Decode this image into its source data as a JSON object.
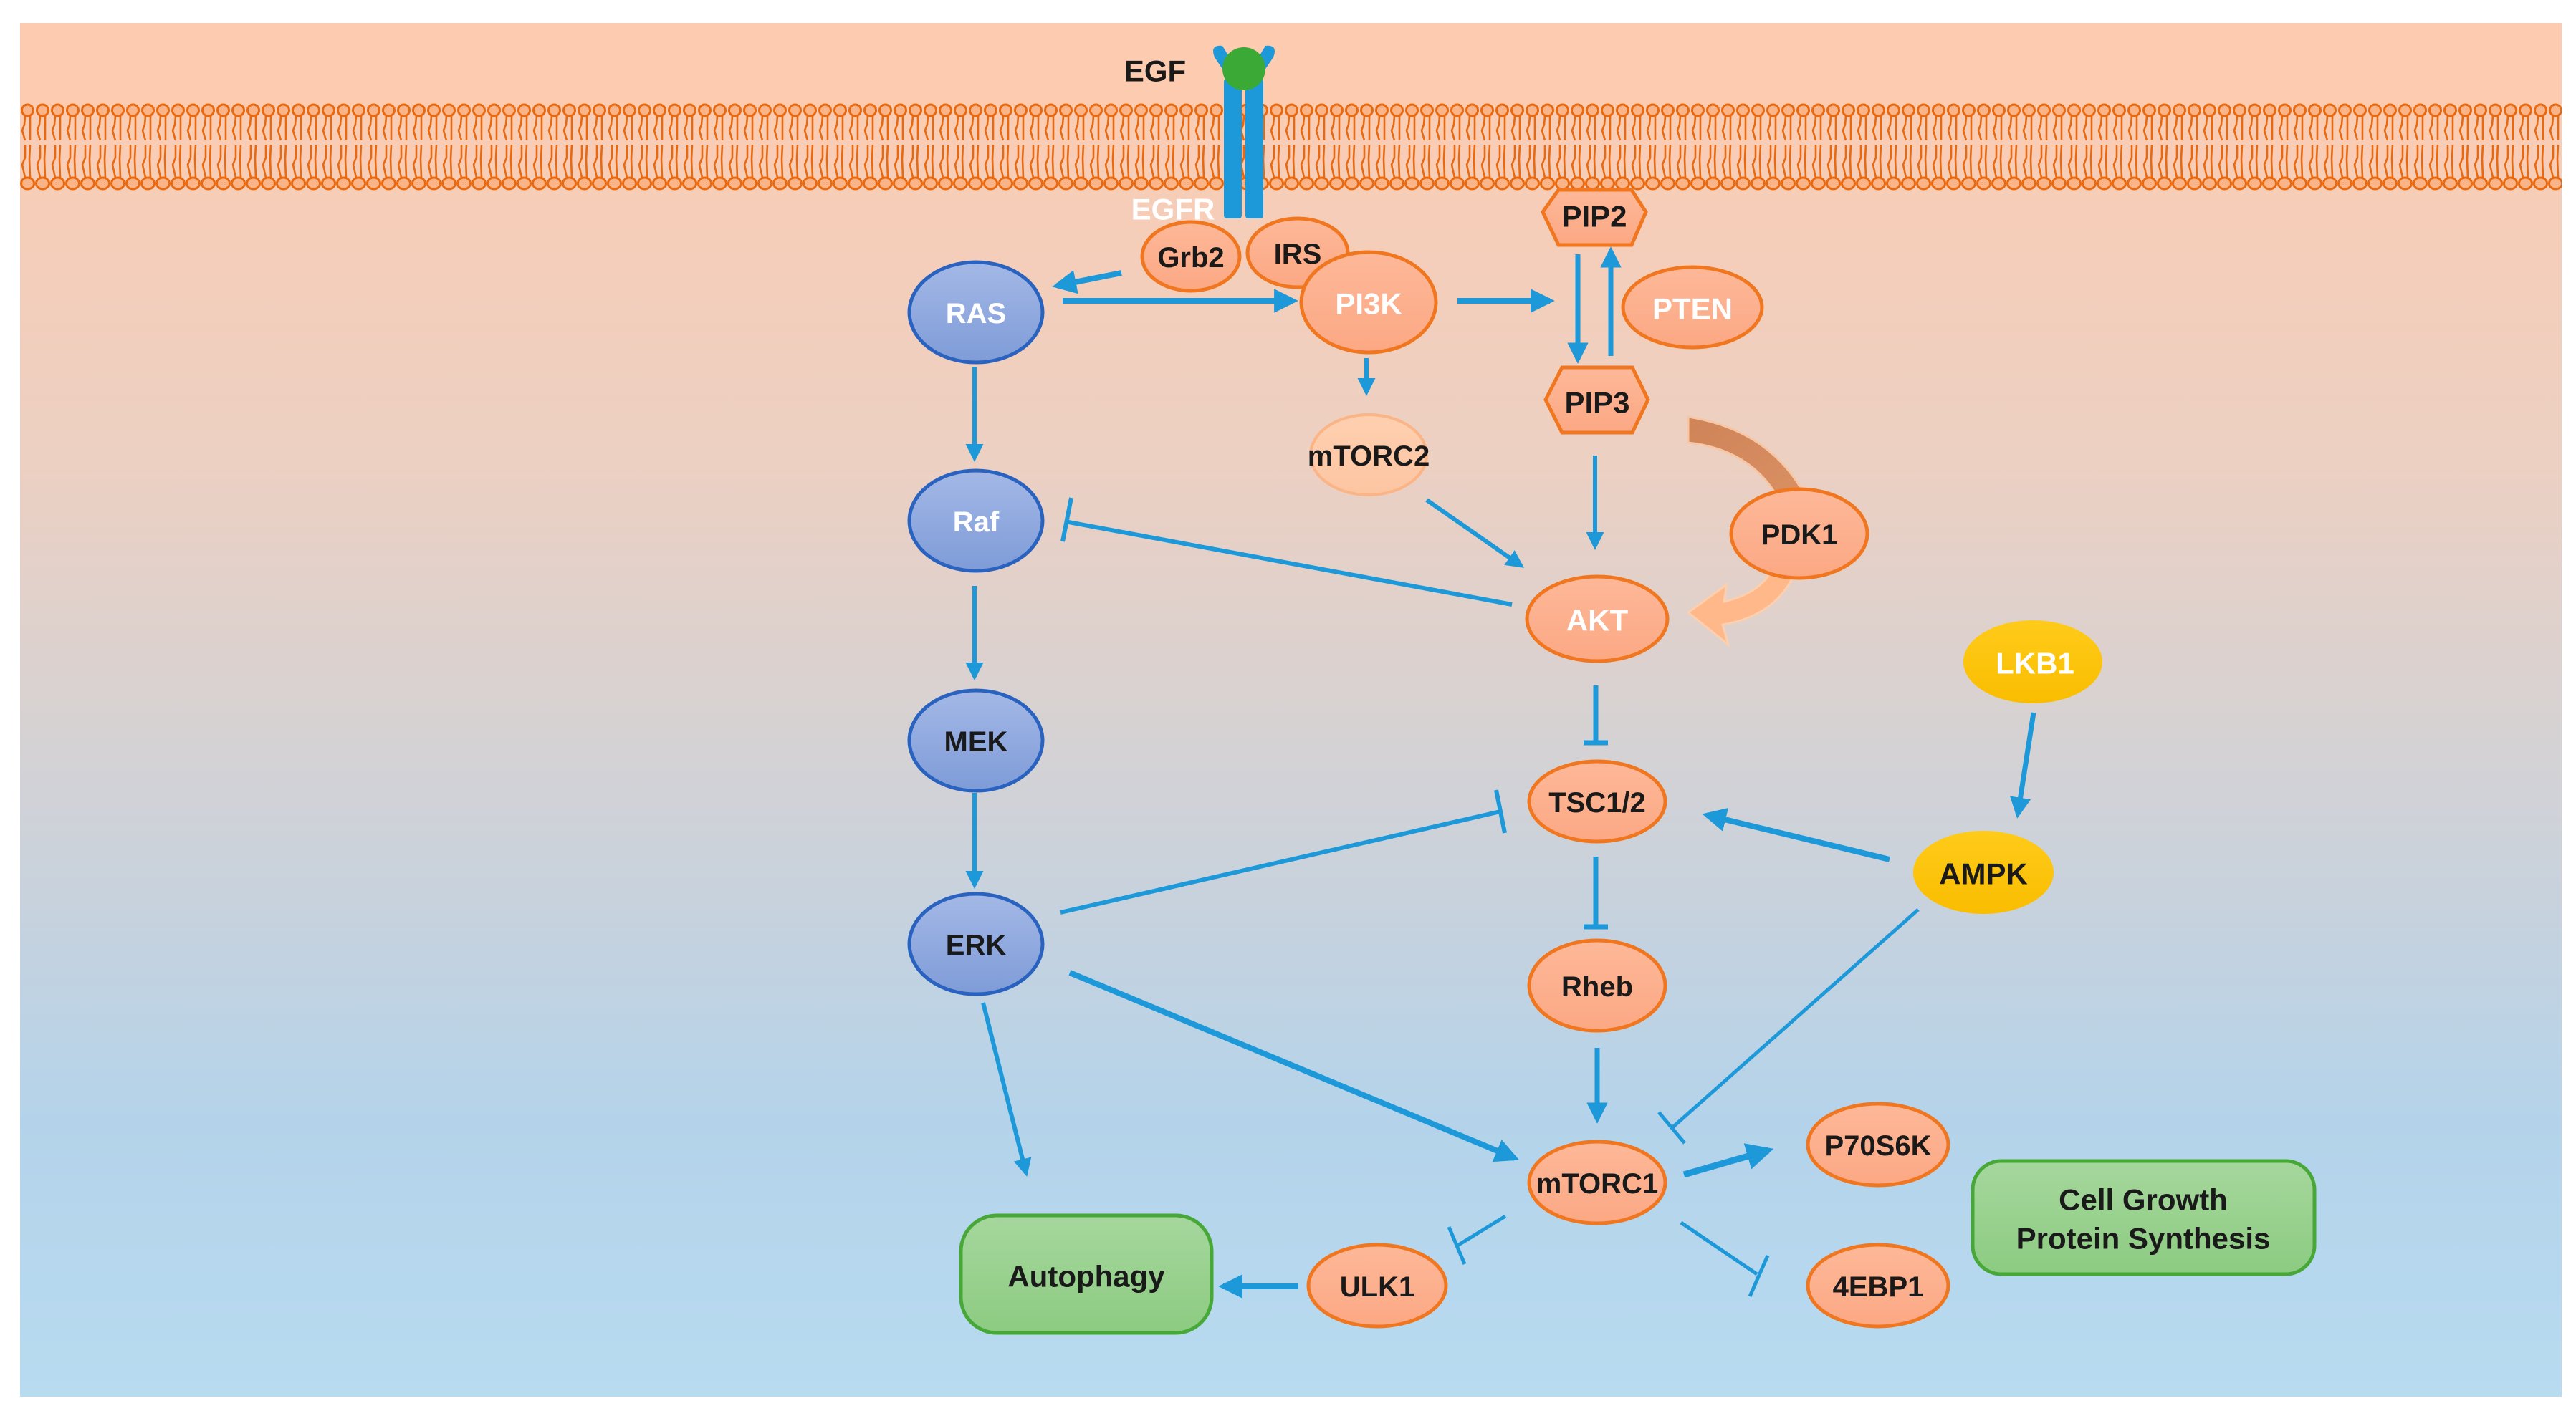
{
  "figure": {
    "title": "EGFR / PI3K-AKT-mTOR / RAS-ERK / AMPK signaling pathway",
    "colors": {
      "extracellular": "#fdcbb0",
      "cytoplasm_top": "#f3cbb6",
      "cytoplasm_mid": "#d3d1d4",
      "cytoplasm_bottom": "#b5d8ef",
      "membrane": "#e8690f",
      "membrane_head_fill": "#fbb487",
      "arrow": "#1d98d8",
      "receptor": "#1d98d8",
      "ligand": "#3aa935",
      "orange_node_fill": "#fdae8c",
      "orange_node_stroke": "#f0761f",
      "blue_node_fill": "#8fa8dd",
      "blue_node_stroke": "#2a62c0",
      "yellow_node_fill": "#fec40a",
      "green_box_fill": "#93cc8a",
      "green_box_stroke": "#47a838",
      "pdk1_arc_top": "#d58a5e",
      "pdk1_arc_bottom": "#ffb88a"
    }
  },
  "membrane": {
    "ligand_label": "EGF",
    "receptor_label": "EGFR"
  },
  "nodes": [
    {
      "id": "Grb2",
      "label": "Grb2",
      "style": "orange",
      "text_color": "#1a1a1a"
    },
    {
      "id": "IRS",
      "label": "IRS",
      "style": "orange",
      "text_color": "#1a1a1a"
    },
    {
      "id": "RAS",
      "label": "RAS",
      "style": "blue",
      "text_color": "#ffffff"
    },
    {
      "id": "PI3K",
      "label": "PI3K",
      "style": "orange",
      "text_color": "#ffffff"
    },
    {
      "id": "PIP2",
      "label": "PIP2",
      "style": "hexagon",
      "text_color": "#1a1a1a"
    },
    {
      "id": "PTEN",
      "label": "PTEN",
      "style": "orange",
      "text_color": "#ffffff"
    },
    {
      "id": "PIP3",
      "label": "PIP3",
      "style": "hexagon",
      "text_color": "#1a1a1a"
    },
    {
      "id": "Raf",
      "label": "Raf",
      "style": "blue",
      "text_color": "#ffffff"
    },
    {
      "id": "mTORC2",
      "label": "mTORC2",
      "style": "light-orange",
      "text_color": "#1a1a1a"
    },
    {
      "id": "PDK1",
      "label": "PDK1",
      "style": "orange",
      "text_color": "#1a1a1a"
    },
    {
      "id": "AKT",
      "label": "AKT",
      "style": "orange",
      "text_color": "#ffffff"
    },
    {
      "id": "LKB1",
      "label": "LKB1",
      "style": "yellow",
      "text_color": "#ffffff"
    },
    {
      "id": "MEK",
      "label": "MEK",
      "style": "blue",
      "text_color": "#1a1a1a"
    },
    {
      "id": "TSC12",
      "label": "TSC1/2",
      "style": "orange",
      "text_color": "#1a1a1a"
    },
    {
      "id": "AMPK",
      "label": "AMPK",
      "style": "yellow",
      "text_color": "#1a1a1a"
    },
    {
      "id": "ERK",
      "label": "ERK",
      "style": "blue",
      "text_color": "#1a1a1a"
    },
    {
      "id": "Rheb",
      "label": "Rheb",
      "style": "orange",
      "text_color": "#1a1a1a"
    },
    {
      "id": "mTORC1",
      "label": "mTORC1",
      "style": "orange",
      "text_color": "#1a1a1a"
    },
    {
      "id": "P70S6K",
      "label": "P70S6K",
      "style": "orange",
      "text_color": "#1a1a1a"
    },
    {
      "id": "4EBP1",
      "label": "4EBP1",
      "style": "orange",
      "text_color": "#1a1a1a"
    },
    {
      "id": "ULK1",
      "label": "ULK1",
      "style": "orange",
      "text_color": "#1a1a1a"
    }
  ],
  "outcomes": [
    {
      "id": "Autophagy",
      "lines": [
        "Autophagy"
      ]
    },
    {
      "id": "CellGrowth",
      "lines": [
        "Cell Growth",
        "Protein Synthesis"
      ]
    }
  ],
  "edges": [
    {
      "from": "Grb2",
      "to": "RAS",
      "type": "activation"
    },
    {
      "from": "RAS",
      "to": "PI3K",
      "type": "activation"
    },
    {
      "from": "PI3K",
      "to": "PIP2/PIP3",
      "type": "activation"
    },
    {
      "from": "PIP2",
      "to": "PIP3",
      "type": "activation"
    },
    {
      "from": "PIP3",
      "to": "PIP2",
      "type": "activation",
      "note": "PTEN"
    },
    {
      "from": "PI3K",
      "to": "mTORC2",
      "type": "activation"
    },
    {
      "from": "RAS",
      "to": "Raf",
      "type": "activation"
    },
    {
      "from": "mTORC2",
      "to": "AKT",
      "type": "activation"
    },
    {
      "from": "PIP3",
      "to": "AKT",
      "type": "activation"
    },
    {
      "from": "PIP3",
      "to": "AKT",
      "type": "recruitment",
      "via": "PDK1"
    },
    {
      "from": "AKT",
      "to": "Raf",
      "type": "inhibition"
    },
    {
      "from": "Raf",
      "to": "MEK",
      "type": "activation"
    },
    {
      "from": "MEK",
      "to": "ERK",
      "type": "activation"
    },
    {
      "from": "AKT",
      "to": "TSC1/2",
      "type": "inhibition"
    },
    {
      "from": "ERK",
      "to": "TSC1/2",
      "type": "inhibition"
    },
    {
      "from": "LKB1",
      "to": "AMPK",
      "type": "activation"
    },
    {
      "from": "AMPK",
      "to": "TSC1/2",
      "type": "activation"
    },
    {
      "from": "TSC1/2",
      "to": "Rheb",
      "type": "inhibition"
    },
    {
      "from": "Rheb",
      "to": "mTORC1",
      "type": "activation"
    },
    {
      "from": "AMPK",
      "to": "mTORC1",
      "type": "inhibition"
    },
    {
      "from": "ERK",
      "to": "mTORC1",
      "type": "activation"
    },
    {
      "from": "ERK",
      "to": "Autophagy",
      "type": "activation"
    },
    {
      "from": "mTORC1",
      "to": "P70S6K",
      "type": "activation"
    },
    {
      "from": "mTORC1",
      "to": "4EBP1",
      "type": "inhibition"
    },
    {
      "from": "mTORC1",
      "to": "ULK1",
      "type": "inhibition"
    },
    {
      "from": "ULK1",
      "to": "Autophagy",
      "type": "activation"
    }
  ]
}
